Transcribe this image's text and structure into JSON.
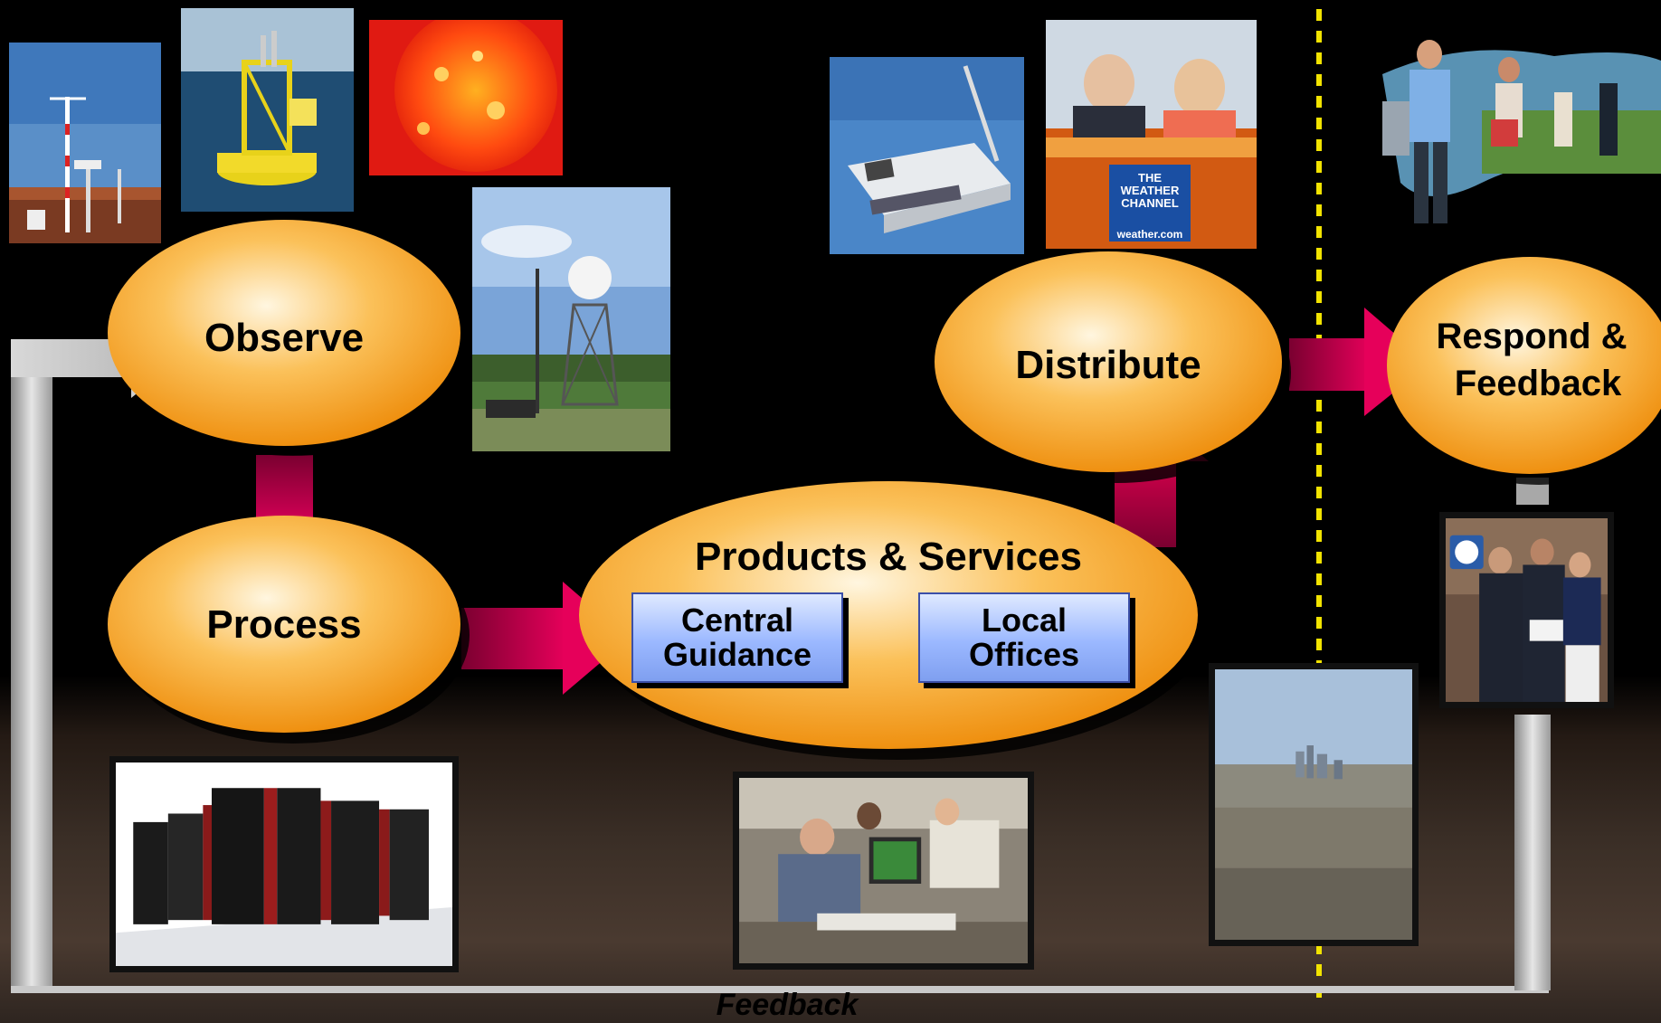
{
  "nodes": {
    "observe": "Observe",
    "process": "Process",
    "products_services": "Products & Services",
    "distribute": "Distribute",
    "respond_line1": "Respond &",
    "respond_line2": "Feedback"
  },
  "boxes": {
    "central_line1": "Central",
    "central_line2": "Guidance",
    "local_line1": "Local",
    "local_line2": "Offices"
  },
  "feedback_label": "Feedback",
  "logo": {
    "weather_channel_line1": "THE",
    "weather_channel_line2": "WEATHER",
    "weather_channel_line3": "CHANNEL",
    "weather_channel_url": "weather.com"
  },
  "colors": {
    "ellipse_fill": "#f7a51f",
    "arrow_magenta": "#d6004c",
    "box_blue": "#9bb8ff",
    "separator_yellow": "#f2e300",
    "feedback_gray": "#bdbdbd"
  },
  "icons": {
    "weather_station": "weather-station-photo",
    "buoy": "ocean-buoy-photo",
    "sun": "sun-photo",
    "radar": "radar-tower-photo",
    "radio": "weather-radio-photo",
    "tv": "tv-broadcast-photo",
    "people": "evacuating-people-photo",
    "police": "emergency-officials-photo",
    "supercomputer": "supercomputer-photo",
    "forecasters": "forecast-office-photo",
    "city": "city-skyline-photo"
  }
}
